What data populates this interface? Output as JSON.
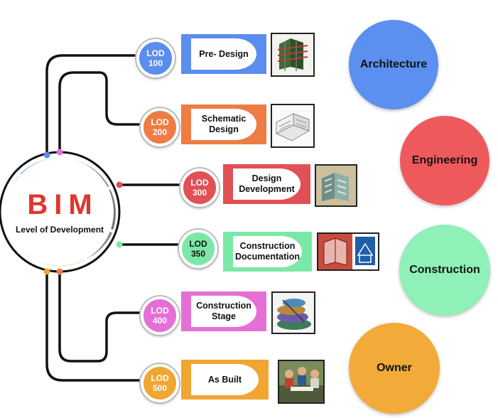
{
  "hub": {
    "title": "BIM",
    "subtitle": "Level of Development"
  },
  "stages": [
    {
      "lod": "LOD",
      "num": "100",
      "name": "Pre- Design",
      "color": "#5b8def",
      "icon": "structural-frame-thumbnail"
    },
    {
      "lod": "LOD",
      "num": "200",
      "name": "Schematic\nDesign",
      "color": "#ee7c45",
      "icon": "wireframe-building-thumbnail"
    },
    {
      "lod": "LOD",
      "num": "300",
      "name": "Design\nDevelopment",
      "color": "#e05055",
      "icon": "rendered-building-thumbnail"
    },
    {
      "lod": "LOD",
      "num": "350",
      "name": "Construction\nDocumentation",
      "color": "#7be8a8",
      "icon": "construction-drawings-thumbnail"
    },
    {
      "lod": "LOD",
      "num": "400",
      "name": "Construction\nStage",
      "color": "#e46fd6",
      "icon": "fabrication-model-thumbnail"
    },
    {
      "lod": "LOD",
      "num": "500",
      "name": "As Built",
      "color": "#f0a630",
      "icon": "team-meeting-thumbnail"
    }
  ],
  "disciplines": [
    {
      "label": "Architecture",
      "color": "#5b8ff0"
    },
    {
      "label": "Engineering",
      "color": "#ee5a5c"
    },
    {
      "label": "Construction",
      "color": "#8ff0b8"
    },
    {
      "label": "Owner",
      "color": "#f2ab38"
    }
  ]
}
